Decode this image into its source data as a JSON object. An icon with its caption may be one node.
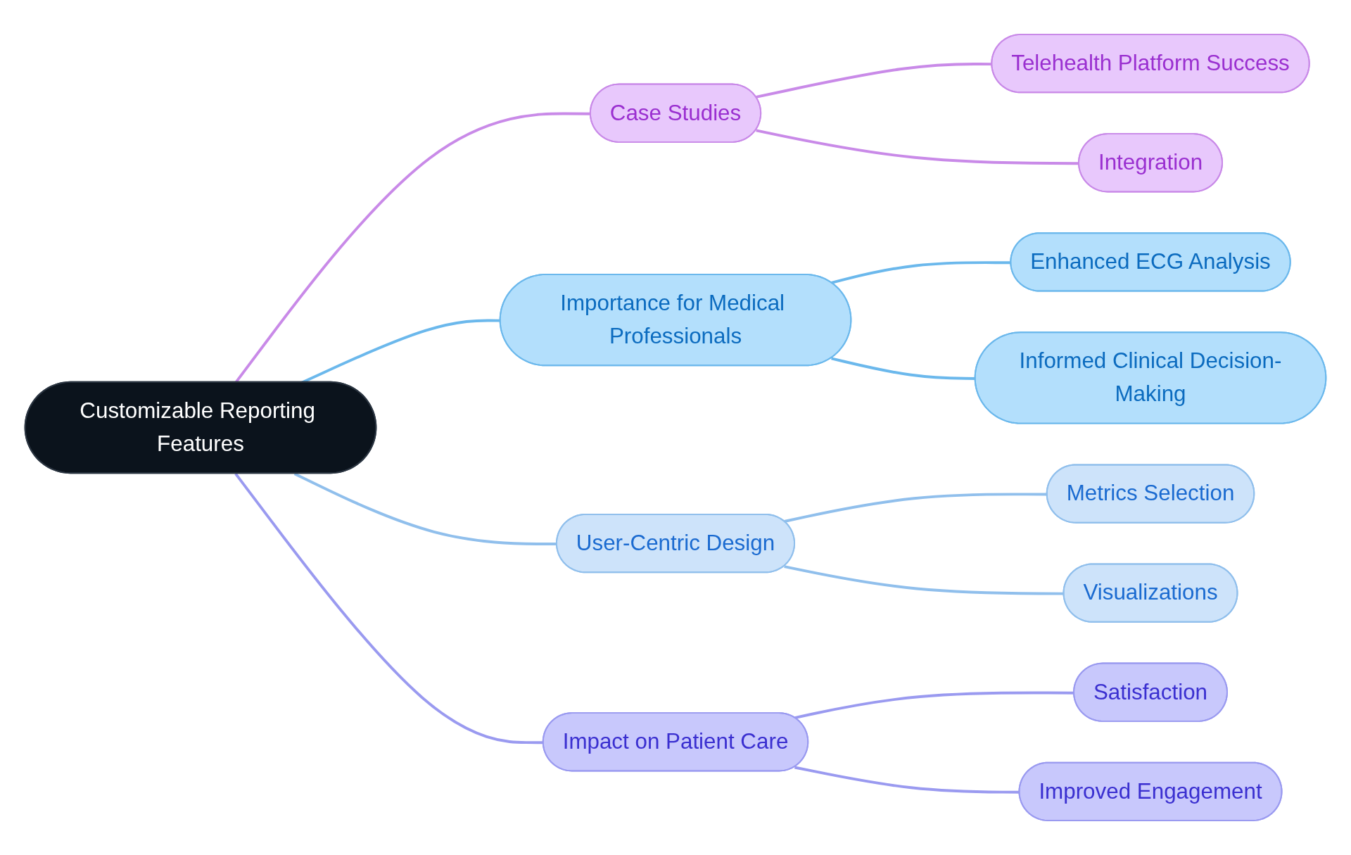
{
  "diagram": {
    "nodes": [
      {
        "text": [
          "Customizable Reporting Features"
        ]
      },
      {
        "text": [
          "Case Studies"
        ]
      },
      {
        "text": [
          "Telehealth Platform Success"
        ]
      },
      {
        "text": [
          "Integration"
        ]
      },
      {
        "text": [
          "Importance for Medical Professionals"
        ]
      },
      {
        "text": [
          "Enhanced ECG Analysis"
        ]
      },
      {
        "text": [
          "Informed Clinical Decision-Making"
        ]
      },
      {
        "text": [
          "User-Centric Design"
        ]
      },
      {
        "text": [
          "Metrics Selection"
        ]
      },
      {
        "text": [
          "Visualizations"
        ]
      },
      {
        "text": [
          "Impact on Patient Care"
        ]
      },
      {
        "text": [
          "Satisfaction"
        ]
      },
      {
        "text": [
          "Improved Engagement"
        ]
      }
    ],
    "edges": [
      {
        "from": 0,
        "to": 1,
        "arrow": "none",
        "color": "#c98ae8"
      },
      {
        "from": 1,
        "to": 2,
        "arrow": "none",
        "color": "#c98ae8"
      },
      {
        "from": 1,
        "to": 3,
        "arrow": "none",
        "color": "#c98ae8"
      },
      {
        "from": 0,
        "to": 4,
        "arrow": "none",
        "color": "#6bb8ec"
      },
      {
        "from": 4,
        "to": 5,
        "arrow": "none",
        "color": "#6bb8ec"
      },
      {
        "from": 4,
        "to": 6,
        "arrow": "none",
        "color": "#6bb8ec"
      },
      {
        "from": 0,
        "to": 7,
        "arrow": "none",
        "color": "#90bfec"
      },
      {
        "from": 7,
        "to": 8,
        "arrow": "none",
        "color": "#90bfec"
      },
      {
        "from": 7,
        "to": 9,
        "arrow": "none",
        "color": "#90bfec"
      },
      {
        "from": 0,
        "to": 10,
        "arrow": "none",
        "color": "#9a9af0"
      },
      {
        "from": 10,
        "to": 11,
        "arrow": "none",
        "color": "#9a9af0"
      },
      {
        "from": 10,
        "to": 12,
        "arrow": "none",
        "color": "#9a9af0"
      }
    ]
  }
}
